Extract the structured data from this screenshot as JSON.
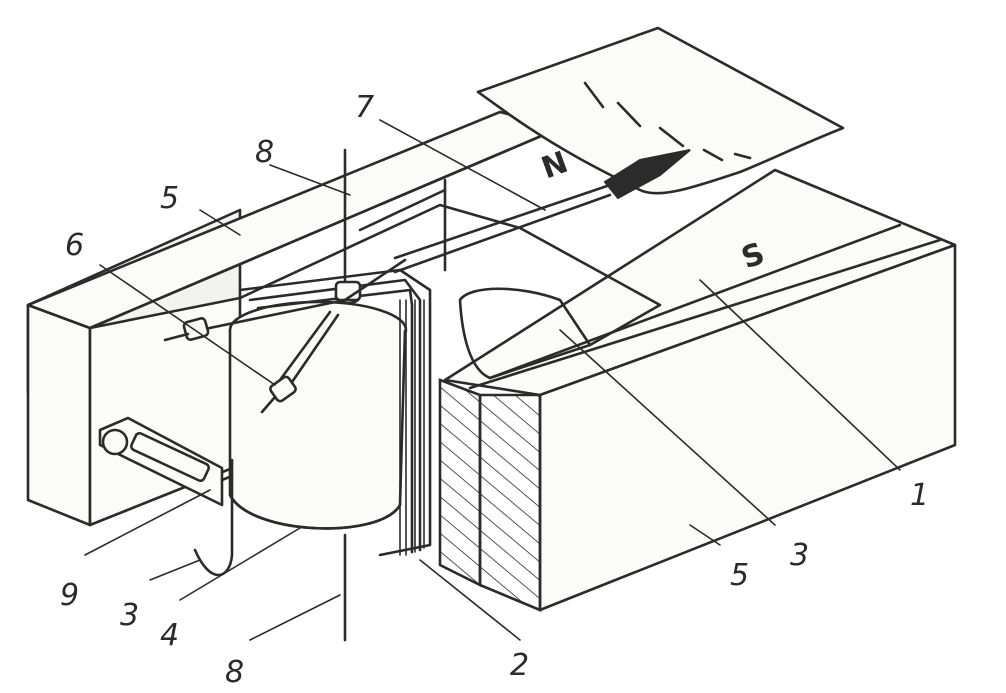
{
  "pole_labels": {
    "north": "N",
    "south": "S"
  },
  "callouts": [
    {
      "id": "c1",
      "text": "1"
    },
    {
      "id": "c2",
      "text": "2"
    },
    {
      "id": "c3a",
      "text": "3"
    },
    {
      "id": "c3b",
      "text": "3"
    },
    {
      "id": "c4",
      "text": "4"
    },
    {
      "id": "c5a",
      "text": "5"
    },
    {
      "id": "c5b",
      "text": "5"
    },
    {
      "id": "c6",
      "text": "6"
    },
    {
      "id": "c7",
      "text": "7"
    },
    {
      "id": "c8a",
      "text": "8"
    },
    {
      "id": "c8b",
      "text": "8"
    },
    {
      "id": "c9",
      "text": "9"
    }
  ]
}
